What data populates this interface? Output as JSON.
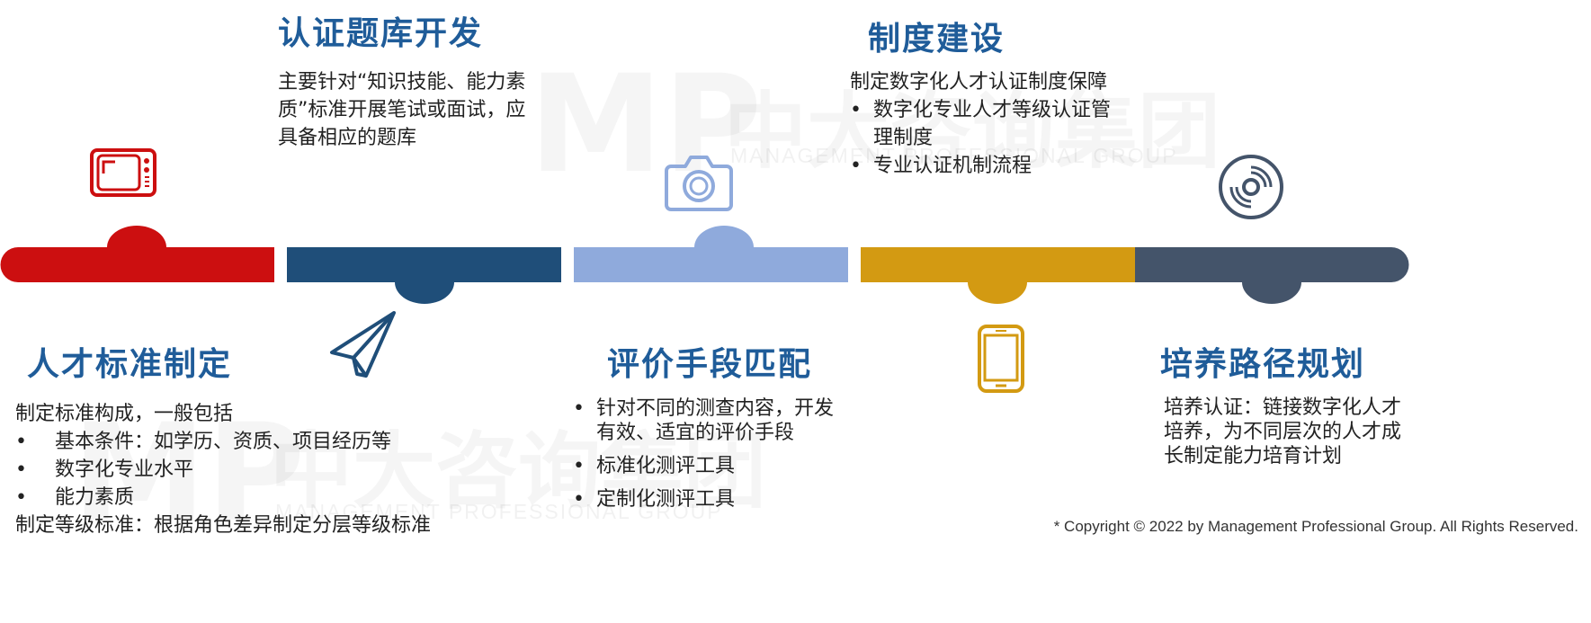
{
  "watermark": {
    "logo": "MP",
    "cn_name": "中大咨询集团",
    "en_name": "MANAGEMENT PROFESSIONAL GROUP"
  },
  "colors": {
    "red": "#cc0f10",
    "navy": "#1f4e79",
    "lightblue": "#8faadc",
    "gold": "#d39a12",
    "slate": "#44546a",
    "title": "#1f5c99"
  },
  "steps": [
    {
      "title": "人才标准制定",
      "icon": "tv-icon",
      "lines": [
        {
          "text": "制定标准构成，一般包括",
          "bullet": false
        },
        {
          "text": "基本条件：如学历、资质、项目经历等",
          "bullet": true
        },
        {
          "text": "数字化专业水平",
          "bullet": true
        },
        {
          "text": "能力素质",
          "bullet": true
        },
        {
          "text": "制定等级标准：根据角色差异制定分层等级标准",
          "bullet": false
        }
      ]
    },
    {
      "title": "认证题库开发",
      "icon": "paper-plane-icon",
      "text": "主要针对“知识技能、能力素质”标准开展笔试或面试，应具备相应的题库"
    },
    {
      "title": "评价手段匹配",
      "icon": "camera-icon",
      "bullets": [
        "针对不同的测查内容，开发有效、适宜的评价手段",
        "标准化测评工具",
        "定制化测评工具"
      ]
    },
    {
      "title": "制度建设",
      "icon": "tablet-icon",
      "lead": "制定数字化人才认证制度保障",
      "bullets": [
        "数字化专业人才等级认证管理制度",
        "专业认证机制流程"
      ]
    },
    {
      "title": "培养路径规划",
      "icon": "disc-icon",
      "text": "培养认证：链接数字化人才培养，为不同层次的人才成长制定能力培育计划"
    }
  ],
  "copyright": "* Copyright © 2022 by Management Professional Group. All Rights Reserved."
}
